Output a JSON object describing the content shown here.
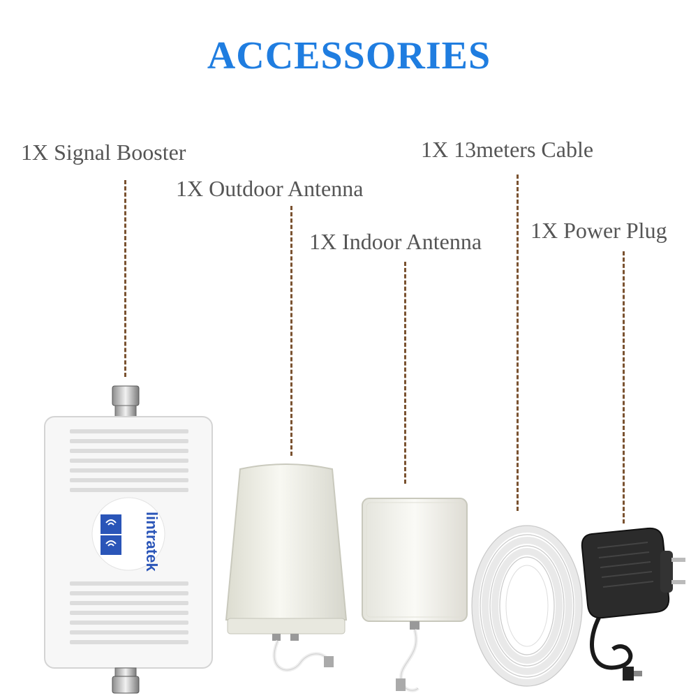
{
  "title": "ACCESSORIES",
  "colors": {
    "title": "#1f7de0",
    "label": "#555555",
    "leader": "#7a5230"
  },
  "items": [
    {
      "label": "1X Signal Booster",
      "icon": "signal-booster-icon"
    },
    {
      "label": "1X Outdoor Antenna",
      "icon": "outdoor-antenna-icon"
    },
    {
      "label": "1X Indoor Antenna",
      "icon": "indoor-antenna-icon"
    },
    {
      "label": "1X 13meters Cable",
      "icon": "cable-coil-icon"
    },
    {
      "label": "1X Power Plug",
      "icon": "power-plug-icon"
    }
  ],
  "booster_brand": "lintratek"
}
